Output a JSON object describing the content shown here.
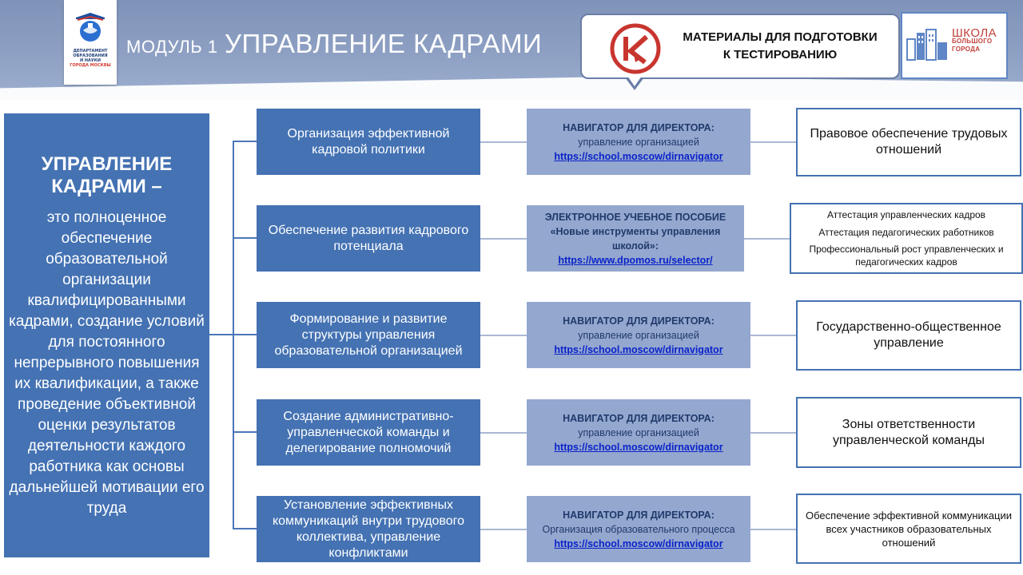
{
  "header": {
    "module_prefix": "МОДУЛЬ 1",
    "module_title": "УПРАВЛЕНИЕ КАДРАМИ",
    "logo_caption_lines": [
      "ДЕПАРТАМЕНТ",
      "ОБРАЗОВАНИЯ",
      "И НАУКИ",
      "ГОРОДА МОСКВЫ"
    ],
    "materials_line1": "МАТЕРИАЛЫ ДЛЯ ПОДГОТОВКИ",
    "materials_line2": "К ТЕСТИРОВАНИЮ",
    "school_big": "ШКОЛА",
    "school_small1": "БОЛЬШОГО",
    "school_small2": "ГОРОДА"
  },
  "definition": {
    "title_line1": "УПРАВЛЕНИЕ",
    "title_line2": "КАДРАМИ –",
    "body": "это полноценное обеспечение образовательной организации квалифицированными кадрами, создание условий для постоянного непрерывного повышения их квалификации, а также проведение объективной оценки результатов деятельности каждого работника как основы дальнейшей мотивации его труда"
  },
  "rows": [
    {
      "topic": "Организация эффективной кадровой политики",
      "mid_head": "НАВИГАТОР ДЛЯ ДИРЕКТОРА:",
      "mid_sub": "управление организацией",
      "mid_link": "https://school.moscow/dirnavigator",
      "right": "Правовое обеспечение трудовых отношений"
    },
    {
      "topic": "Обеспечение развития кадрового потенциала",
      "mid_head": "ЭЛЕКТРОННОЕ УЧЕБНОЕ ПОСОБИЕ «Новые инструменты управления школой»:",
      "mid_sub": "",
      "mid_link": "https://www.dpomos.ru/selector/",
      "right_items": [
        "Аттестация управленческих кадров",
        "Аттестация педагогических работников",
        "Профессиональный рост управленческих и педагогических кадров"
      ]
    },
    {
      "topic": "Формирование и развитие структуры управления образовательной организацией",
      "mid_head": "НАВИГАТОР ДЛЯ ДИРЕКТОРА:",
      "mid_sub": "управление организацией",
      "mid_link": "https://school.moscow/dirnavigator",
      "right": "Государственно-общественное управление"
    },
    {
      "topic": "Создание административно-управленческой команды и делегирование полномочий",
      "mid_head": "НАВИГАТОР ДЛЯ ДИРЕКТОРА:",
      "mid_sub": "управление организацией",
      "mid_link": "https://school.moscow/dirnavigator",
      "right": "Зоны ответственности управленческой команды"
    },
    {
      "topic": "Установление эффективных коммуникаций внутри трудового коллектива, управление конфликтами",
      "mid_head": "НАВИГАТОР ДЛЯ ДИРЕКТОРА:",
      "mid_sub": "Организация образовательного процесса",
      "mid_link": "https://school.moscow/dirnavigator",
      "right": "Обеспечение эффективной коммуникации всех участников образовательных отношений"
    }
  ]
}
